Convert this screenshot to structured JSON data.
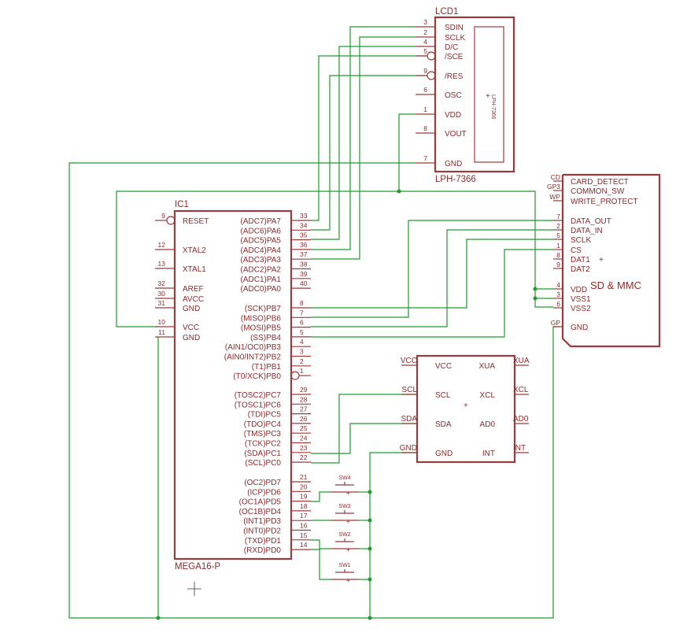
{
  "lcd": {
    "ref": "LCD1",
    "value": "LPH-7366",
    "body_text": "LPH-7366",
    "pins": [
      {
        "num": "3",
        "name": "SDIN"
      },
      {
        "num": "2",
        "name": "SCLK"
      },
      {
        "num": "4",
        "name": "D/C"
      },
      {
        "num": "5",
        "name": "/SCE"
      },
      {
        "num": "9",
        "name": "/RES"
      },
      {
        "num": "6",
        "name": "OSC"
      },
      {
        "num": "1",
        "name": "VDD"
      },
      {
        "num": "8",
        "name": "VOUT"
      },
      {
        "num": "7",
        "name": "GND"
      }
    ]
  },
  "mcu": {
    "ref": "IC1",
    "value": "MEGA16-P",
    "left_pins": [
      {
        "num": "9",
        "name": "RESET"
      },
      {
        "num": "12",
        "name": "XTAL2"
      },
      {
        "num": "13",
        "name": "XTAL1"
      },
      {
        "num": "32",
        "name": "AREF"
      },
      {
        "num": "30",
        "name": "AVCC"
      },
      {
        "num": "31",
        "name": "GND"
      },
      {
        "num": "10",
        "name": "VCC"
      },
      {
        "num": "11",
        "name": "GND"
      }
    ],
    "right_pins": [
      {
        "num": "33",
        "name": "(ADC7)PA7"
      },
      {
        "num": "34",
        "name": "(ADC6)PA6"
      },
      {
        "num": "35",
        "name": "(ADC5)PA5"
      },
      {
        "num": "36",
        "name": "(ADC4)PA4"
      },
      {
        "num": "37",
        "name": "(ADC3)PA3"
      },
      {
        "num": "38",
        "name": "(ADC2)PA2"
      },
      {
        "num": "39",
        "name": "(ADC1)PA1"
      },
      {
        "num": "40",
        "name": "(ADC0)PA0"
      },
      {
        "num": "8",
        "name": "(SCK)PB7"
      },
      {
        "num": "7",
        "name": "(MISO)PB6"
      },
      {
        "num": "6",
        "name": "(MOSI)PB5"
      },
      {
        "num": "5",
        "name": "(SS)PB4"
      },
      {
        "num": "4",
        "name": "(AIN1/OC0)PB3"
      },
      {
        "num": "3",
        "name": "(AIN0/INT2)PB2"
      },
      {
        "num": "2",
        "name": "(T1)PB1"
      },
      {
        "num": "1",
        "name": "(T0/XCK)PB0"
      },
      {
        "num": "29",
        "name": "(TOSC2)PC7"
      },
      {
        "num": "28",
        "name": "(TOSC1)PC6"
      },
      {
        "num": "27",
        "name": "(TDI)PC5"
      },
      {
        "num": "26",
        "name": "(TDO)PC4"
      },
      {
        "num": "25",
        "name": "(TMS)PC3"
      },
      {
        "num": "24",
        "name": "(TCK)PC2"
      },
      {
        "num": "23",
        "name": "(SDA)PC1"
      },
      {
        "num": "22",
        "name": "(SCL)PC0"
      },
      {
        "num": "21",
        "name": "(OC2)PD7"
      },
      {
        "num": "20",
        "name": "(ICP)PD6"
      },
      {
        "num": "19",
        "name": "(OC1A)PD5"
      },
      {
        "num": "18",
        "name": "(OC1B)PD4"
      },
      {
        "num": "17",
        "name": "(INT1)PD3"
      },
      {
        "num": "16",
        "name": "(INT0)PD2"
      },
      {
        "num": "15",
        "name": "(TXD)PD1"
      },
      {
        "num": "14",
        "name": "(RXD)PD0"
      }
    ]
  },
  "sd": {
    "value": "SD & MMC",
    "left_pins": [
      {
        "num": "CD",
        "name": "CARD_DETECT"
      },
      {
        "num": "GP3",
        "name": "COMMON_SW"
      },
      {
        "num": "WP",
        "name": "WRITE_PROTECT"
      },
      {
        "num": "7",
        "name": "DATA_OUT"
      },
      {
        "num": "2",
        "name": "DATA_IN"
      },
      {
        "num": "5",
        "name": "SCLK"
      },
      {
        "num": "1",
        "name": "CS"
      },
      {
        "num": "8",
        "name": "DAT1"
      },
      {
        "num": "9",
        "name": "DAT2"
      },
      {
        "num": "4",
        "name": "VDD"
      },
      {
        "num": "3",
        "name": "VSS1"
      },
      {
        "num": "6",
        "name": "VSS2"
      },
      {
        "num": "GP",
        "name": "GND"
      }
    ]
  },
  "rtc": {
    "left_pins": [
      {
        "net": "VCC",
        "name": "VCC"
      },
      {
        "net": "SCL",
        "name": "SCL"
      },
      {
        "net": "SDA",
        "name": "SDA"
      },
      {
        "net": "GND",
        "name": "GND"
      }
    ],
    "right_pins": [
      {
        "net": "XUA",
        "name": "XUA"
      },
      {
        "net": "XCL",
        "name": "XCL"
      },
      {
        "net": "AD0",
        "name": "AD0"
      },
      {
        "net": "INT",
        "name": "INT"
      }
    ]
  },
  "switches": [
    {
      "ref": "SW4"
    },
    {
      "ref": "SW3"
    },
    {
      "ref": "SW2"
    },
    {
      "ref": "SW1"
    }
  ],
  "colors": {
    "part": "#9b3a3a",
    "wire": "#1f9a2c",
    "text": "#8a2a2a"
  }
}
